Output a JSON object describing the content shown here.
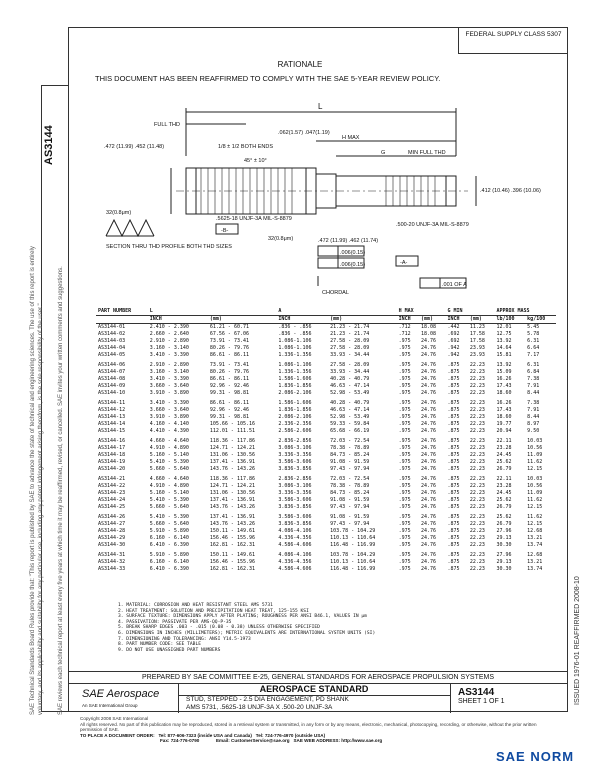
{
  "doc_id": "AS3144",
  "federal_supply_class": "FEDERAL SUPPLY CLASS 5307",
  "rationale_title": "RATIONALE",
  "rationale_text": "THIS DOCUMENT HAS BEEN REAFFIRMED TO COMPLY WITH THE SAE 5-YEAR REVIEW POLICY.",
  "left_notes": [
    "SAE Technical Standards Board Rules provide that: \"This report is published by SAE to advance the state of technical and engineering sciences. The use of this report is entirely",
    "voluntary, and its applicability and suitability for any particular use, including any patent infringement arising therefrom, is the sole responsibility of the user.\"",
    "SAE reviews each technical report at least every five years at which time it may be reaffirmed, revised, or cancelled. SAE invites your written comments and suggestions."
  ],
  "right_note": "ISSUED 1976-01     REAFFIRMED 2008-10",
  "drawing": {
    "labels": {
      "full_thd": "FULL THD",
      "l": "L",
      "dim_top": ".062(1.57)\n.047(1.19)",
      "dim_left": ".472 (11.99)\n.452 (11.48)",
      "thd_angle": "1/8 ± 1/2\nBOTH ENDS",
      "angle": "45° ± 10°",
      "h_max": "H MAX",
      "g": "G",
      "min_full_thd": "MIN FULL THD",
      "thread_a": ".5625-18 UNJF-3A\nMIL-S-8879",
      "dim_mid": ".472 (11.99)\n.462 (11.74)",
      "thread_b": ".500-20 UNJF-3A\nMIL-S-8879",
      "dim_right": ".412 (10.46)\n.396 (10.06)",
      "b_box": "-B-",
      "a_box": "-A-",
      "tol1": ".006(0.15)",
      "tol2": ".006(0.15)",
      "tol3": ".001 OF A",
      "finish1": "32(0.8μm)",
      "finish2": "32(0.8μm)",
      "section_label": "SECTION THRU THD PROFILE\nBOTH THD SIZES",
      "chordal": "CHORDAL"
    }
  },
  "table": {
    "headers": {
      "part_number": "PART NUMBER",
      "l": "L",
      "a": "A",
      "h_max": "H MAX",
      "g_min": "G MIN",
      "approx_mass": "APPROX MASS",
      "inch": "INCH",
      "mm": "(mm)",
      "lb100": "lb/100",
      "kg100": "kg/100"
    },
    "groups": [
      [
        [
          "AS3144-01",
          "2.410 - 2.390",
          "61.21 - 60.71",
          ".836 - .856",
          "21.23 - 21.74",
          ".712",
          "18.08",
          ".442",
          "11.23",
          "12.01",
          "5.45"
        ],
        [
          "AS3144-02",
          "2.660 - 2.640",
          "67.56 - 67.06",
          ".836 - .856",
          "21.23 - 21.74",
          ".712",
          "18.08",
          ".692",
          "17.58",
          "12.75",
          "5.78"
        ],
        [
          "AS3144-03",
          "2.910 - 2.890",
          "73.91 - 73.41",
          "1.086-1.106",
          "27.58 - 28.09",
          ".975",
          "24.76",
          ".692",
          "17.58",
          "13.92",
          "6.31"
        ],
        [
          "AS3144-04",
          "3.160 - 3.140",
          "80.26 - 79.76",
          "1.086-1.106",
          "27.58 - 28.09",
          ".975",
          "24.76",
          ".942",
          "23.93",
          "14.64",
          "6.64"
        ],
        [
          "AS3144-05",
          "3.410 - 3.390",
          "86.61 - 86.11",
          "1.336-1.356",
          "33.93 - 34.44",
          ".975",
          "24.76",
          ".942",
          "23.93",
          "15.81",
          "7.17"
        ]
      ],
      [
        [
          "AS3144-06",
          "2.910 - 2.890",
          "73.91 - 73.41",
          "1.086-1.106",
          "27.58 - 28.09",
          ".975",
          "24.76",
          ".875",
          "22.23",
          "13.92",
          "6.31"
        ],
        [
          "AS3144-07",
          "3.160 - 3.140",
          "80.26 - 79.76",
          "1.336-1.356",
          "33.93 - 34.44",
          ".975",
          "24.76",
          ".875",
          "22.23",
          "15.09",
          "6.84"
        ],
        [
          "AS3144-08",
          "3.410 - 3.390",
          "86.61 - 86.11",
          "1.586-1.606",
          "40.28 - 40.79",
          ".975",
          "24.76",
          ".875",
          "22.23",
          "16.26",
          "7.38"
        ],
        [
          "AS3144-09",
          "3.660 - 3.640",
          "92.96 - 92.46",
          "1.836-1.856",
          "46.63 - 47.14",
          ".975",
          "24.76",
          ".875",
          "22.23",
          "17.43",
          "7.91"
        ],
        [
          "AS3144-10",
          "3.910 - 3.890",
          "99.31 - 98.81",
          "2.086-2.106",
          "52.98 - 53.49",
          ".975",
          "24.76",
          ".875",
          "22.23",
          "18.60",
          "8.44"
        ]
      ],
      [
        [
          "AS3144-11",
          "3.410 - 3.390",
          "86.61 - 86.11",
          "1.586-1.606",
          "40.28 - 40.79",
          ".975",
          "24.76",
          ".875",
          "22.23",
          "16.26",
          "7.38"
        ],
        [
          "AS3144-12",
          "3.660 - 3.640",
          "92.96 - 92.46",
          "1.836-1.856",
          "46.63 - 47.14",
          ".975",
          "24.76",
          ".875",
          "22.23",
          "17.43",
          "7.91"
        ],
        [
          "AS3144-13",
          "3.910 - 3.890",
          "99.31 - 98.81",
          "2.086-2.106",
          "52.98 - 53.49",
          ".975",
          "24.76",
          ".875",
          "22.23",
          "18.60",
          "8.44"
        ],
        [
          "AS3144-14",
          "4.160 - 4.140",
          "105.66 - 105.16",
          "2.336-2.356",
          "59.33 - 59.84",
          ".975",
          "24.76",
          ".875",
          "22.23",
          "19.77",
          "8.97"
        ],
        [
          "AS3144-15",
          "4.410 - 4.390",
          "112.01 - 111.51",
          "2.586-2.606",
          "65.68 - 66.19",
          ".975",
          "24.76",
          ".875",
          "22.23",
          "20.94",
          "9.50"
        ]
      ],
      [
        [
          "AS3144-16",
          "4.660 - 4.640",
          "118.36 - 117.86",
          "2.836-2.856",
          "72.03 - 72.54",
          ".975",
          "24.76",
          ".875",
          "22.23",
          "22.11",
          "10.03"
        ],
        [
          "AS3144-17",
          "4.910 - 4.890",
          "124.71 - 124.21",
          "3.086-3.106",
          "78.38 - 78.89",
          ".975",
          "24.76",
          ".875",
          "22.23",
          "23.28",
          "10.56"
        ],
        [
          "AS3144-18",
          "5.160 - 5.140",
          "131.06 - 130.56",
          "3.336-3.356",
          "84.73 - 85.24",
          ".975",
          "24.76",
          ".875",
          "22.23",
          "24.45",
          "11.09"
        ],
        [
          "AS3144-19",
          "5.410 - 5.390",
          "137.41 - 136.91",
          "3.586-3.606",
          "91.08 - 91.59",
          ".975",
          "24.76",
          ".875",
          "22.23",
          "25.62",
          "11.62"
        ],
        [
          "AS3144-20",
          "5.660 - 5.640",
          "143.76 - 143.26",
          "3.836-3.856",
          "97.43 - 97.94",
          ".975",
          "24.76",
          ".875",
          "22.23",
          "26.79",
          "12.15"
        ]
      ],
      [
        [
          "AS3144-21",
          "4.660 - 4.640",
          "118.36 - 117.86",
          "2.836-2.856",
          "72.03 - 72.54",
          ".975",
          "24.76",
          ".875",
          "22.23",
          "22.11",
          "10.03"
        ],
        [
          "AS3144-22",
          "4.910 - 4.890",
          "124.71 - 124.21",
          "3.086-3.106",
          "78.38 - 78.89",
          ".975",
          "24.76",
          ".875",
          "22.23",
          "23.28",
          "10.56"
        ],
        [
          "AS3144-23",
          "5.160 - 5.140",
          "131.06 - 130.56",
          "3.336-3.356",
          "84.73 - 85.24",
          ".975",
          "24.76",
          ".875",
          "22.23",
          "24.45",
          "11.09"
        ],
        [
          "AS3144-24",
          "5.410 - 5.390",
          "137.41 - 136.91",
          "3.586-3.606",
          "91.08 - 91.59",
          ".975",
          "24.76",
          ".875",
          "22.23",
          "25.62",
          "11.62"
        ],
        [
          "AS3144-25",
          "5.660 - 5.640",
          "143.76 - 143.26",
          "3.836-3.856",
          "97.43 - 97.94",
          ".975",
          "24.76",
          ".875",
          "22.23",
          "26.79",
          "12.15"
        ]
      ],
      [
        [
          "AS3144-26",
          "5.410 - 5.390",
          "137.41 - 136.91",
          "3.586-3.606",
          "91.08 - 91.59",
          ".975",
          "24.76",
          ".875",
          "22.23",
          "25.62",
          "11.62"
        ],
        [
          "AS3144-27",
          "5.660 - 5.640",
          "143.76 - 143.26",
          "3.836-3.856",
          "97.43 - 97.94",
          ".975",
          "24.76",
          ".875",
          "22.23",
          "26.79",
          "12.15"
        ],
        [
          "AS3144-28",
          "5.910 - 5.890",
          "150.11 - 149.61",
          "4.086-4.106",
          "103.78 - 104.29",
          ".975",
          "24.76",
          ".875",
          "22.23",
          "27.96",
          "12.68"
        ],
        [
          "AS3144-29",
          "6.160 - 6.140",
          "156.46 - 155.96",
          "4.336-4.356",
          "110.13 - 110.64",
          ".975",
          "24.76",
          ".875",
          "22.23",
          "29.13",
          "13.21"
        ],
        [
          "AS3144-30",
          "6.410 - 6.390",
          "162.81 - 162.31",
          "4.586-4.606",
          "116.48 - 116.99",
          ".975",
          "24.76",
          ".875",
          "22.23",
          "30.30",
          "13.74"
        ]
      ],
      [
        [
          "AS3144-31",
          "5.910 - 5.890",
          "150.11 - 149.61",
          "4.086-4.106",
          "103.78 - 104.29",
          ".975",
          "24.76",
          ".875",
          "22.23",
          "27.96",
          "12.68"
        ],
        [
          "AS3144-32",
          "6.160 - 6.140",
          "156.46 - 155.96",
          "4.336-4.356",
          "110.13 - 110.64",
          ".975",
          "24.76",
          ".875",
          "22.23",
          "29.13",
          "13.21"
        ],
        [
          "AS3144-33",
          "6.410 - 6.390",
          "162.81 - 162.31",
          "4.586-4.606",
          "116.48 - 116.99",
          ".975",
          "24.76",
          ".875",
          "22.23",
          "30.30",
          "13.74"
        ]
      ]
    ]
  },
  "notes": [
    "1.  MATERIAL: CORROSION AND HEAT RESISTANT STEEL AMS 5731",
    "2.  HEAT TREATMENT: SOLUTION AND PRECIPITATION HEAT TREAT, 125-155 KSI",
    "3.  SURFACE TEXTURE: DIMENSIONS APPLY AFTER PLATING; ROUGHNESS PER ANSI B46.1, VALUES IN μm",
    "4.  PASSIVATION: PASSIVATE PER AMS-QQ-P-35",
    "5.  BREAK SHARP EDGES .003 - .015 (0.08 - 0.38) UNLESS OTHERWISE SPECIFIED",
    "6.  DIMENSIONS IN INCHES (MILLIMETERS); METRIC EQUIVALENTS ARE INTERNATIONAL SYSTEM UNITS (SI)",
    "7.  DIMENSIONING AND TOLERANCING: ANSI Y14.5-1973",
    "8.  PART NUMBER CODE: SEE TABLE",
    "9.  DO NOT USE UNASSIGNED PART NUMBERS"
  ],
  "prepared_by": "PREPARED BY SAE COMMITTEE E-25, GENERAL STANDARDS FOR AEROSPACE PROPULSION SYSTEMS",
  "title_block": {
    "logo": "SAE Aerospace",
    "logo_sub": "An SAE International Group",
    "category": "AEROSPACE STANDARD",
    "description1": "STUD, STEPPED - 2.5 DIA ENGAGEMENT, PD SHANK",
    "description2": "AMS 5731, .5625-18 UNJF-3A X .500-20 UNJF-3A",
    "doc_number": "AS3144",
    "sheet": "SHEET 1 OF 1"
  },
  "footer": {
    "copyright": "Copyright 2008 SAE International",
    "rights": "All rights reserved. No part of this publication may be reproduced, stored in a retrieval system or transmitted, in any form or by any means, electronic, mechanical, photocopying, recording, or otherwise, without the prior written permission of SAE.",
    "order": "TO PLACE A DOCUMENT ORDER:",
    "tel1": "Tel: 877-606-7323 (inside USA and Canada)",
    "fax": "Fax: 724-776-0790",
    "tel2": "Tel: 724-776-4970 (outside USA)",
    "email": "Email: CustomerService@sae.org",
    "web": "SAE WEB ADDRESS: http://www.sae.org"
  },
  "corner_logo": "SAE NORM"
}
